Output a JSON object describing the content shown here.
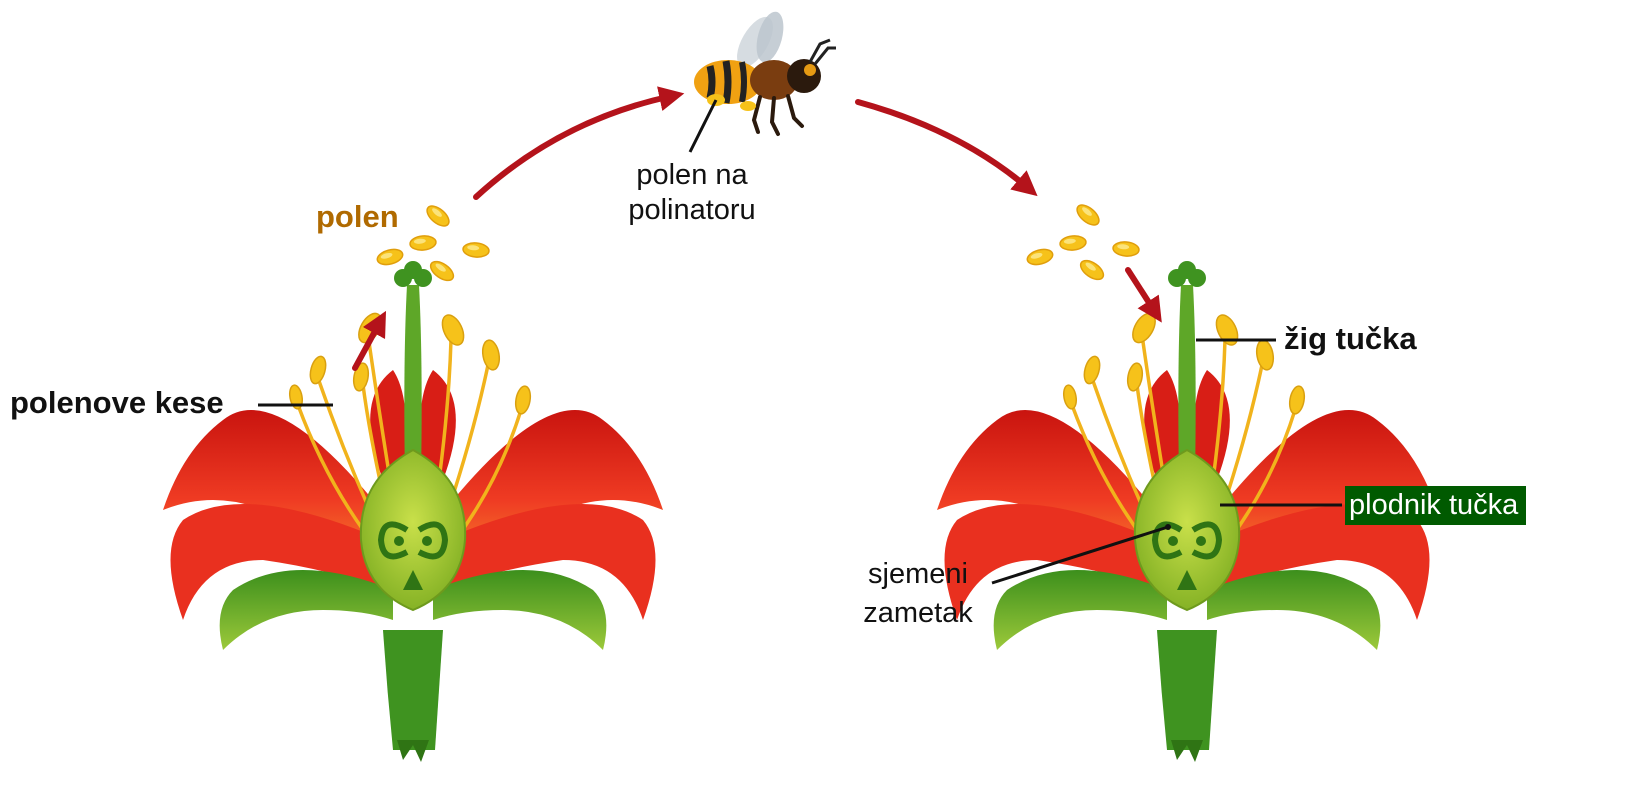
{
  "labels": {
    "pollen": "polen",
    "pollen_on_pollinator_line1": "polen na",
    "pollen_on_pollinator_line2": "polinatoru",
    "pollen_sacs": "polenove kese",
    "stigma": "žig tučka",
    "ovary": "plodnik tučka",
    "ovule_line1": "sjemeni",
    "ovule_line2": "zametak"
  },
  "colors": {
    "arrow": "#b4131b",
    "pollen_label": "#b06a00",
    "pollen_grain": "#f6c21a",
    "petal": "#e1261c",
    "stem": "#3f9320",
    "ovary_fill": "#a7c92b",
    "ovary_highlight": "#005a00",
    "leader_line": "#111111"
  },
  "icons": [
    "bee-icon",
    "flower-illustration",
    "pollen-grain-icon",
    "arrow-icon"
  ]
}
